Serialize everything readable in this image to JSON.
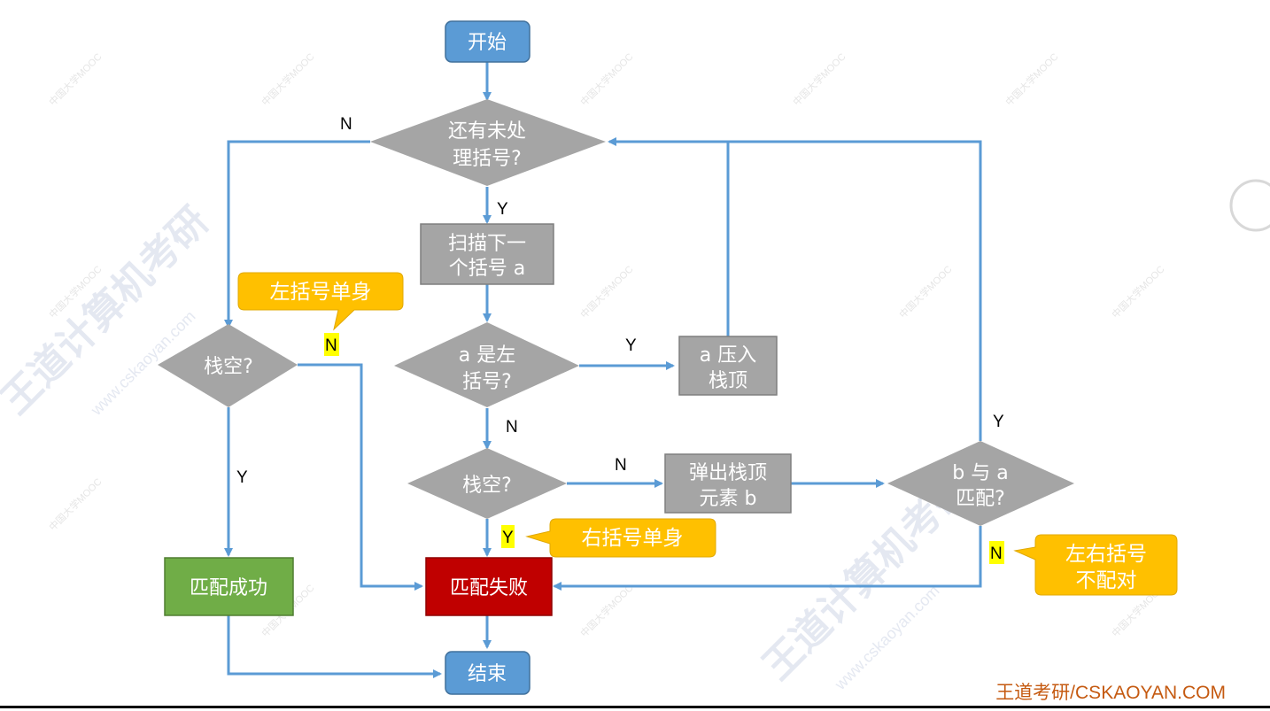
{
  "nodes": {
    "start": "开始",
    "more_brackets_1": "还有未处",
    "more_brackets_2": "理括号?",
    "scan_1": "扫描下一",
    "scan_2": "个括号 a",
    "is_left_1": "a 是左",
    "is_left_2": "括号?",
    "push_1": "a 压入",
    "push_2": "栈顶",
    "stack_empty_left": "栈空?",
    "stack_empty_mid": "栈空?",
    "pop_1": "弹出栈顶",
    "pop_2": "元素 b",
    "match_1": "b 与 a",
    "match_2": "匹配?",
    "success": "匹配成功",
    "fail": "匹配失败",
    "end": "结束"
  },
  "edge_labels": {
    "n_top_left": "N",
    "y_after_more": "Y",
    "y_is_left": "Y",
    "n_is_left": "N",
    "y_stack_left": "Y",
    "n_stack_mid": "N",
    "y_match": "Y",
    "n_highlight_left": "N",
    "y_highlight_mid": "Y",
    "n_highlight_right": "N"
  },
  "callouts": {
    "left_single": "左括号单身",
    "right_single": "右括号单身",
    "mismatch_1": "左右括号",
    "mismatch_2": "不配对"
  },
  "watermark": {
    "brand": "王道计算机考研",
    "url": "www.cskaoyan.com",
    "mooc": "中国大学MOOC"
  },
  "footer": {
    "brand": "王道考研/CSKAOYAN.COM"
  },
  "colors": {
    "blue": "#5b9bd5",
    "gray": "#a5a5a5",
    "green": "#70ad47",
    "red": "#c00000",
    "callout": "#ffc000",
    "highlight": "#ffff00",
    "arrow": "#5b9bd5",
    "footer": "#c55a11"
  }
}
